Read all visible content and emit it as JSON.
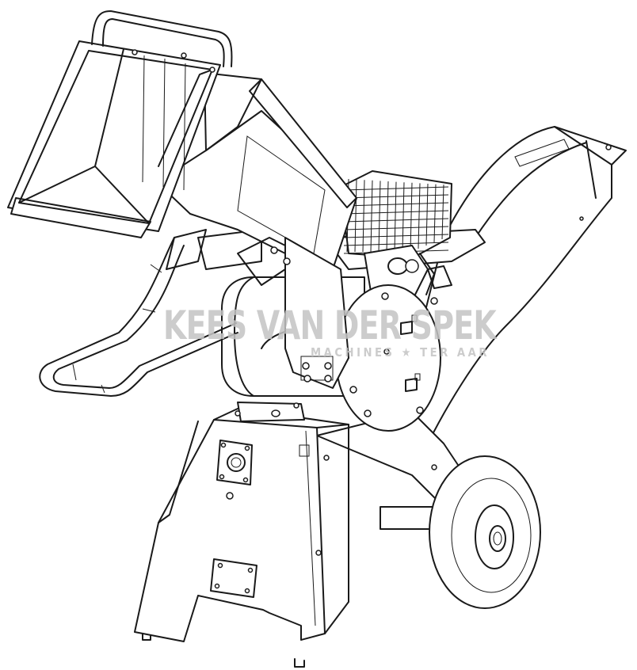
{
  "watermark": {
    "main": "KEES VAN DER SPEK",
    "sub": "MACHINES ★ TER AAR"
  },
  "drawing": {
    "subject": "wood-chipper",
    "colors": {
      "line": "#1a1a1a",
      "background": "#ffffff",
      "watermark": "#c4c4c4"
    }
  }
}
